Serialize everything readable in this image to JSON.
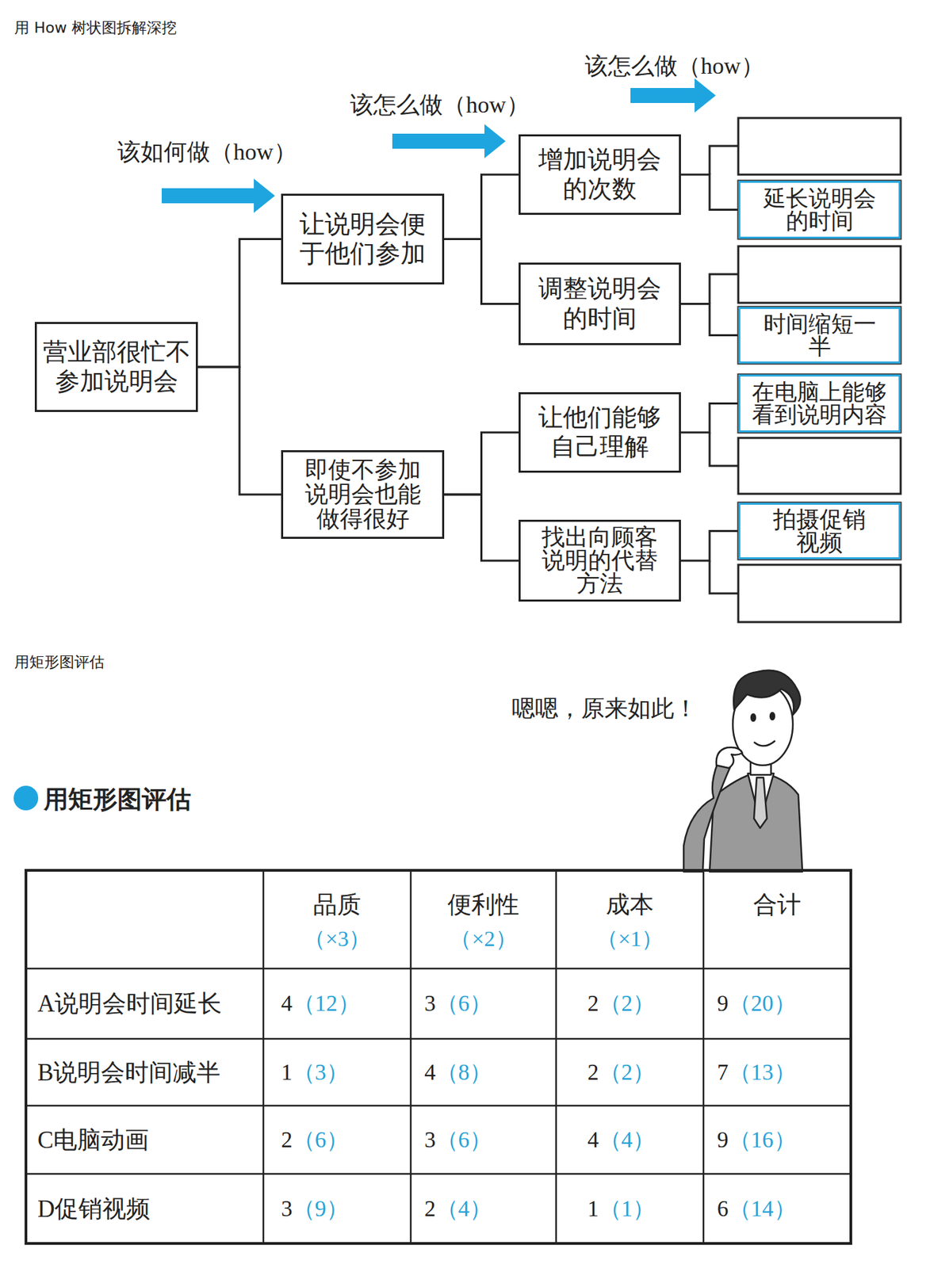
{
  "diagram": {
    "title": "用 How 树状图拆解深挖",
    "nodes": [
      {
        "text": [
          "营业部很忙不 参加说明会"
        ]
      },
      {
        "text": [
          "让说明会便 于他们参加"
        ]
      },
      {
        "text": [
          "即使不参加 说明会也能 做得很好"
        ]
      },
      {
        "text": [
          "增加说明会 的次数"
        ]
      },
      {
        "text": [
          "调整说明会 的时间"
        ]
      },
      {
        "text": [
          "让他们能够 自己理解"
        ]
      },
      {
        "text": [
          "找出向顾客 说明的代替 方法"
        ]
      },
      {
        "text": [
          "延长说明会 的时间"
        ]
      },
      {
        "text": [
          "时间缩短一 半"
        ]
      },
      {
        "text": [
          "在电脑上能够 看到说明内容"
        ]
      },
      {
        "text": [
          "拍摄促销 视频"
        ]
      }
    ],
    "edges": [
      {
        "from": 0,
        "to": 1,
        "arrow": "none"
      },
      {
        "from": 0,
        "to": 2,
        "arrow": "none"
      },
      {
        "from": 1,
        "to": 3,
        "arrow": "none"
      },
      {
        "from": 1,
        "to": 4,
        "arrow": "none"
      },
      {
        "from": 2,
        "to": 5,
        "arrow": "none"
      },
      {
        "from": 2,
        "to": 6,
        "arrow": "none"
      },
      {
        "from": 3,
        "to": 7,
        "arrow": "none"
      },
      {
        "from": 4,
        "to": 8,
        "arrow": "none"
      },
      {
        "from": 5,
        "to": 9,
        "arrow": "none"
      },
      {
        "from": 6,
        "to": 10,
        "arrow": "none"
      }
    ],
    "labels": [
      "用矩形图评估",
      "嗯嗯，原来如此！",
      "该如何做（how）",
      "该怎么做（how）",
      "该怎么做（how）",
      "用矩形图评估",
      "品质",
      "（×3）",
      "便利性",
      "（×2）",
      "成本",
      "（×1）",
      "合计",
      "A说明会时间延长",
      "4",
      "（12）",
      "3",
      "（6）",
      "2",
      "（2）",
      "9",
      "（20）",
      "B说明会时间减半",
      "1",
      "（3）",
      "4",
      "（8）",
      "2",
      "（2）",
      "7",
      "（13）",
      "C电脑动画",
      "2",
      "（6）",
      "3",
      "（6）",
      "4",
      "（4）",
      "9",
      "（16）",
      "D促销视频",
      "3",
      "（9）",
      "2",
      "（4）",
      "1",
      "（1）",
      "6",
      "（14）"
    ]
  }
}
